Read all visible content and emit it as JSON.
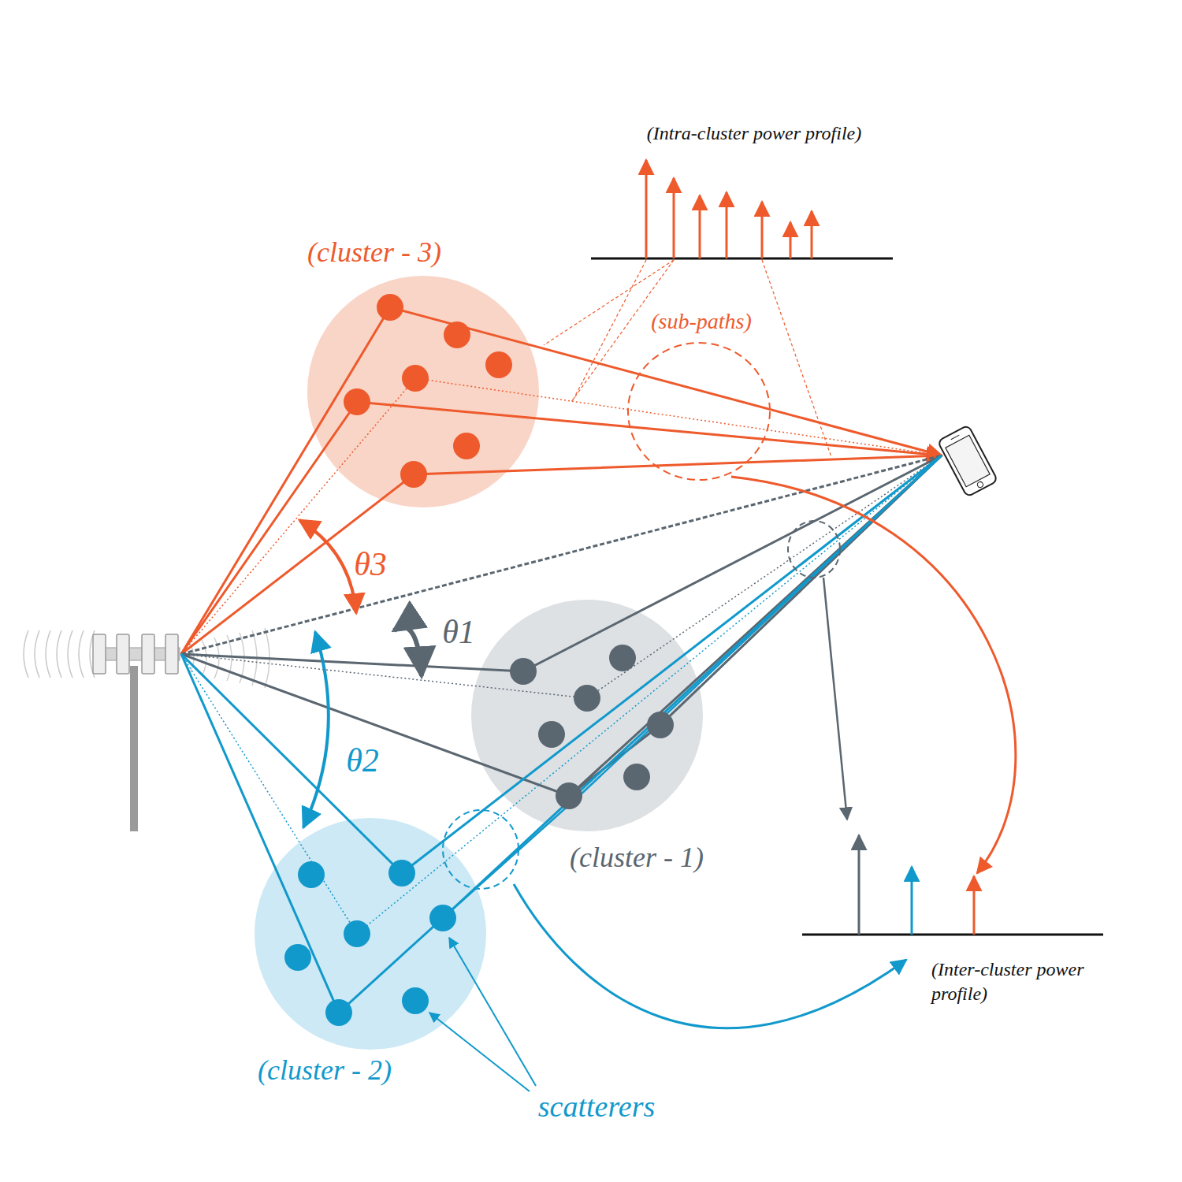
{
  "diagram": {
    "nodes": [
      {
        "text": [
          "(cluster - 3)"
        ]
      },
      {
        "text": [
          "(cluster - 1)"
        ]
      },
      {
        "text": [
          "(cluster - 2)"
        ]
      }
    ],
    "labels": [
      "(Intra-cluster power profile)",
      "(sub-paths)",
      "θ3",
      "θ1",
      "θ2",
      "scatterers",
      "(Inter-cluster power profile)"
    ]
  }
}
